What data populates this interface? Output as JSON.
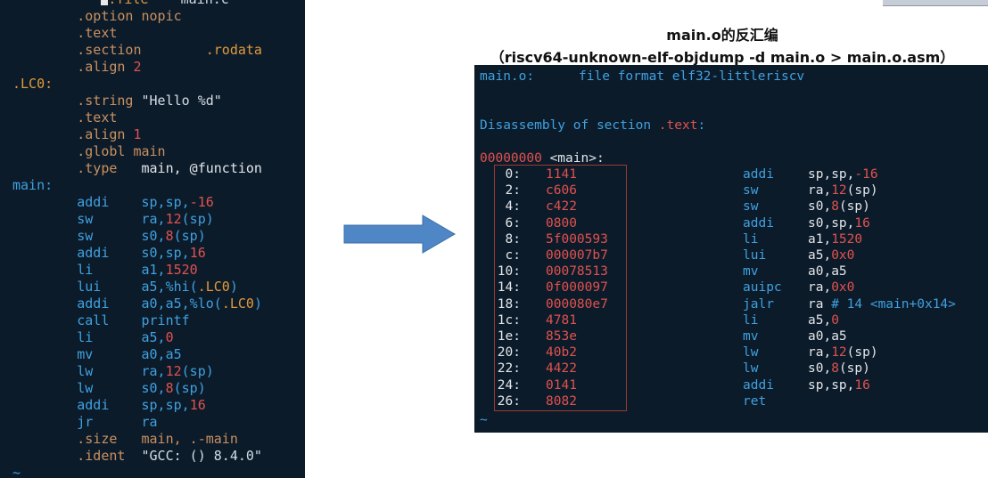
{
  "left_terminal": {
    "lines": [
      [
        {
          "t": ".file",
          "c": "dir",
          "cursor": true
        },
        {
          "t": "   \"main.c\"",
          "c": "str"
        }
      ],
      [
        {
          "t": "        .option ",
          "c": "op"
        },
        {
          "t": "nopic",
          "c": "op"
        }
      ],
      [
        {
          "t": "        .text",
          "c": "op"
        }
      ],
      [
        {
          "t": "        .section",
          "c": "op"
        },
        {
          "t": "        .rodata",
          "c": "sym"
        }
      ],
      [
        {
          "t": "        .align ",
          "c": "op"
        },
        {
          "t": "2",
          "c": "num"
        }
      ],
      [
        {
          "t": ".LC0:",
          "c": "dir"
        }
      ],
      [
        {
          "t": "        .string ",
          "c": "op"
        },
        {
          "t": "\"Hello %d\"",
          "c": "str"
        }
      ],
      [
        {
          "t": "        .text",
          "c": "op"
        }
      ],
      [
        {
          "t": "        .align ",
          "c": "op"
        },
        {
          "t": "1",
          "c": "num"
        }
      ],
      [
        {
          "t": "        .globl ",
          "c": "op"
        },
        {
          "t": "main",
          "c": "op"
        }
      ],
      [
        {
          "t": "        .type  ",
          "c": "op"
        },
        {
          "t": " main, @function",
          "c": "w"
        }
      ],
      [
        {
          "t": "main:",
          "c": "lbl"
        }
      ],
      [
        {
          "t": "        addi    ",
          "c": "lbl"
        },
        {
          "t": "sp,sp,",
          "c": "lbl"
        },
        {
          "t": "-16",
          "c": "num"
        }
      ],
      [
        {
          "t": "        sw      ",
          "c": "lbl"
        },
        {
          "t": "ra,",
          "c": "lbl"
        },
        {
          "t": "12",
          "c": "num"
        },
        {
          "t": "(sp)",
          "c": "lbl"
        }
      ],
      [
        {
          "t": "        sw      ",
          "c": "lbl"
        },
        {
          "t": "s0,",
          "c": "lbl"
        },
        {
          "t": "8",
          "c": "num"
        },
        {
          "t": "(sp)",
          "c": "lbl"
        }
      ],
      [
        {
          "t": "        addi    ",
          "c": "lbl"
        },
        {
          "t": "s0,sp,",
          "c": "lbl"
        },
        {
          "t": "16",
          "c": "num"
        }
      ],
      [
        {
          "t": "        li      ",
          "c": "lbl"
        },
        {
          "t": "a1,",
          "c": "lbl"
        },
        {
          "t": "1520",
          "c": "num"
        }
      ],
      [
        {
          "t": "        lui     ",
          "c": "lbl"
        },
        {
          "t": "a5,%hi(",
          "c": "lbl"
        },
        {
          "t": ".LC0",
          "c": "sym"
        },
        {
          "t": ")",
          "c": "lbl"
        }
      ],
      [
        {
          "t": "        addi    ",
          "c": "lbl"
        },
        {
          "t": "a0,a5,%lo(",
          "c": "lbl"
        },
        {
          "t": ".LC0",
          "c": "sym"
        },
        {
          "t": ")",
          "c": "lbl"
        }
      ],
      [
        {
          "t": "        call    ",
          "c": "lbl"
        },
        {
          "t": "printf",
          "c": "lbl"
        }
      ],
      [
        {
          "t": "        li      ",
          "c": "lbl"
        },
        {
          "t": "a5,",
          "c": "lbl"
        },
        {
          "t": "0",
          "c": "num"
        }
      ],
      [
        {
          "t": "        mv      ",
          "c": "lbl"
        },
        {
          "t": "a0,a5",
          "c": "lbl"
        }
      ],
      [
        {
          "t": "        lw      ",
          "c": "lbl"
        },
        {
          "t": "ra,",
          "c": "lbl"
        },
        {
          "t": "12",
          "c": "num"
        },
        {
          "t": "(sp)",
          "c": "lbl"
        }
      ],
      [
        {
          "t": "        lw      ",
          "c": "lbl"
        },
        {
          "t": "s0,",
          "c": "lbl"
        },
        {
          "t": "8",
          "c": "num"
        },
        {
          "t": "(sp)",
          "c": "lbl"
        }
      ],
      [
        {
          "t": "        addi    ",
          "c": "lbl"
        },
        {
          "t": "sp,sp,",
          "c": "lbl"
        },
        {
          "t": "16",
          "c": "num"
        }
      ],
      [
        {
          "t": "        jr      ",
          "c": "lbl"
        },
        {
          "t": "ra",
          "c": "lbl"
        }
      ],
      [
        {
          "t": "        .size  ",
          "c": "op"
        },
        {
          "t": " main, .-main",
          "c": "op"
        }
      ],
      [
        {
          "t": "        .ident ",
          "c": "op"
        },
        {
          "t": " \"GCC: () 8.4.0\"",
          "c": "str"
        }
      ],
      [
        {
          "t": "~",
          "c": "tilde"
        }
      ]
    ]
  },
  "title": {
    "line1": "main.o的反汇编",
    "line2": "（riscv64-unknown-elf-objdump -d main.o > main.o.asm）"
  },
  "right_terminal": {
    "header": {
      "file": "main.o:",
      "format": "file format elf32-littleriscv"
    },
    "section": {
      "prefix": "Disassembly of section ",
      "name": ".text",
      "suffix": ":"
    },
    "func": {
      "addr": "00000000",
      "label": " <main>:"
    },
    "rows": [
      {
        "off": "0:",
        "code": "1141",
        "mn": "addi",
        "ops": [
          {
            "t": "sp,sp,",
            "c": "w"
          },
          {
            "t": "-16",
            "c": "red"
          }
        ]
      },
      {
        "off": "2:",
        "code": "c606",
        "mn": "sw",
        "ops": [
          {
            "t": "ra,",
            "c": "w"
          },
          {
            "t": "12",
            "c": "red"
          },
          {
            "t": "(sp)",
            "c": "w"
          }
        ]
      },
      {
        "off": "4:",
        "code": "c422",
        "mn": "sw",
        "ops": [
          {
            "t": "s0,",
            "c": "w"
          },
          {
            "t": "8",
            "c": "red"
          },
          {
            "t": "(sp)",
            "c": "w"
          }
        ]
      },
      {
        "off": "6:",
        "code": "0800",
        "mn": "addi",
        "ops": [
          {
            "t": "s0,sp,",
            "c": "w"
          },
          {
            "t": "16",
            "c": "red"
          }
        ]
      },
      {
        "off": "8:",
        "code": "5f000593",
        "mn": "li",
        "ops": [
          {
            "t": "a1,",
            "c": "w"
          },
          {
            "t": "1520",
            "c": "red"
          }
        ]
      },
      {
        "off": "c:",
        "code": "000007b7",
        "mn": "lui",
        "ops": [
          {
            "t": "a5,",
            "c": "w"
          },
          {
            "t": "0x0",
            "c": "red"
          }
        ]
      },
      {
        "off": "10:",
        "code": "00078513",
        "mn": "mv",
        "ops": [
          {
            "t": "a0,a5",
            "c": "w"
          }
        ]
      },
      {
        "off": "14:",
        "code": "0f000097",
        "mn": "auipc",
        "ops": [
          {
            "t": "ra,",
            "c": "w"
          },
          {
            "t": "0x0",
            "c": "red"
          }
        ]
      },
      {
        "off": "18:",
        "code": "000080e7",
        "mn": "jalr",
        "ops": [
          {
            "t": "ra ",
            "c": "w"
          },
          {
            "t": "# 14 <main+0x14>",
            "c": "cyan"
          }
        ]
      },
      {
        "off": "1c:",
        "code": "4781",
        "mn": "li",
        "ops": [
          {
            "t": "a5,",
            "c": "w"
          },
          {
            "t": "0",
            "c": "red"
          }
        ]
      },
      {
        "off": "1e:",
        "code": "853e",
        "mn": "mv",
        "ops": [
          {
            "t": "a0,a5",
            "c": "w"
          }
        ]
      },
      {
        "off": "20:",
        "code": "40b2",
        "mn": "lw",
        "ops": [
          {
            "t": "ra,",
            "c": "w"
          },
          {
            "t": "12",
            "c": "red"
          },
          {
            "t": "(sp)",
            "c": "w"
          }
        ]
      },
      {
        "off": "22:",
        "code": "4422",
        "mn": "lw",
        "ops": [
          {
            "t": "s0,",
            "c": "w"
          },
          {
            "t": "8",
            "c": "red"
          },
          {
            "t": "(sp)",
            "c": "w"
          }
        ]
      },
      {
        "off": "24:",
        "code": "0141",
        "mn": "addi",
        "ops": [
          {
            "t": "sp,sp,",
            "c": "w"
          },
          {
            "t": "16",
            "c": "red"
          }
        ]
      },
      {
        "off": "26:",
        "code": "8082",
        "mn": "ret",
        "ops": []
      }
    ],
    "tilde": "~"
  },
  "colors": {
    "terminal_bg": "#0c1b2a",
    "directive": "#e39a3a",
    "label": "#3fa1e0",
    "number": "#e0524f",
    "arrow": "#4f86c6"
  }
}
